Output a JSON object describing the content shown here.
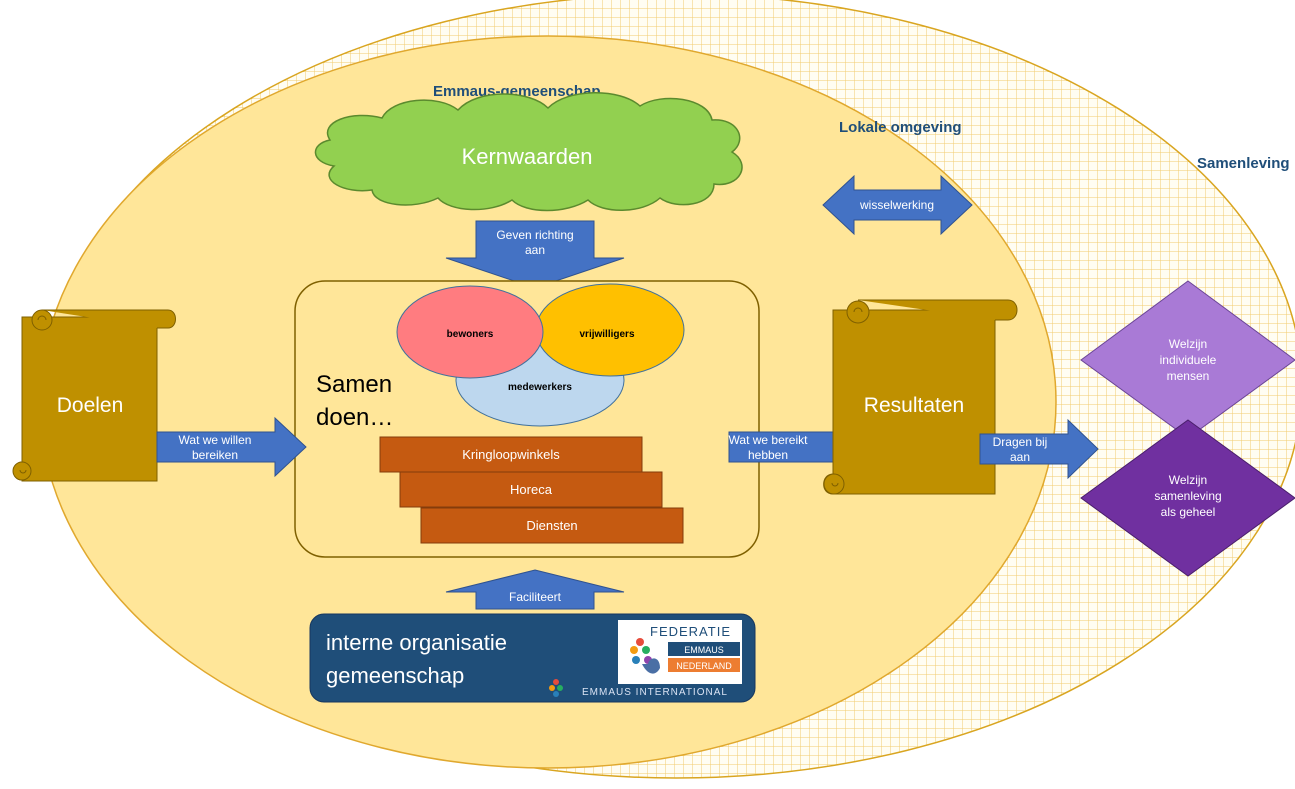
{
  "regions": {
    "society": "Samenleving",
    "local_environment": "Lokale omgeving",
    "community": "Emmaus-gemeenschap"
  },
  "core_values": "Kernwaarden",
  "arrows": {
    "give_direction": [
      "Geven richting",
      "aan"
    ],
    "interaction": "wisselwerking",
    "what_we_want": [
      "Wat we willen",
      "bereiken"
    ],
    "what_we_achieved": [
      "Wat we bereikt",
      "hebben"
    ],
    "contribute": [
      "Dragen bij",
      "aan"
    ],
    "facilitates": "Faciliteert"
  },
  "goals": "Doelen",
  "results": "Resultaten",
  "together": [
    "Samen",
    "doen…"
  ],
  "people": {
    "residents": "bewoners",
    "volunteers": "vrijwilligers",
    "staff": "medewerkers"
  },
  "activities": [
    "Kringloopwinkels",
    "Horeca",
    "Diensten"
  ],
  "wellbeing": {
    "individual": [
      "Welzijn",
      "individuele",
      "mensen"
    ],
    "society": [
      "Welzijn",
      "samenleving",
      "als geheel"
    ]
  },
  "internal_org": [
    "interne organisatie",
    "gemeenschap"
  ],
  "logo": {
    "federation": "FEDERATIE",
    "emmaus": "EMMAUS",
    "nederland": "NEDERLAND",
    "international": "EMMAUS INTERNATIONAL"
  },
  "colors": {
    "arrow_blue": "#4472c4",
    "ellipse_fill": "#ffe699",
    "scroll_gold": "#bf9000",
    "cloud_green": "#92d050",
    "residents_red": "#ff7c80",
    "volunteers_yellow": "#ffc000",
    "staff_blue": "#bdd7ee",
    "activity_orange": "#c55a11",
    "diamond_light": "#a97ad6",
    "diamond_dark": "#7030a0",
    "org_navy": "#1f4e79",
    "label_navy": "#1f4e79"
  }
}
